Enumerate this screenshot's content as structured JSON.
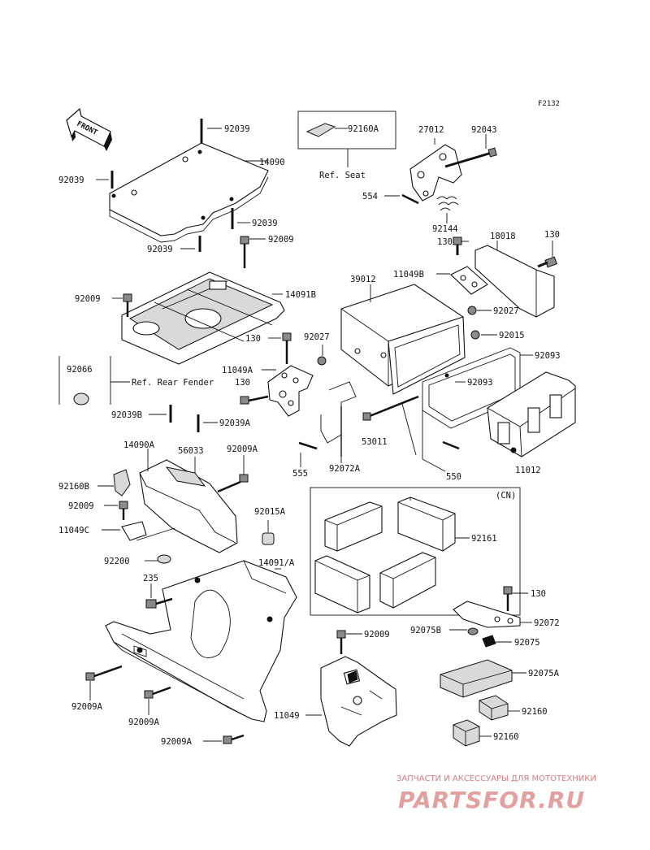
{
  "figure_code": "F2132",
  "front_label": "FRONT",
  "ref_labels": {
    "seat": "Ref. Seat",
    "rear_fender": "Ref. Rear Fender"
  },
  "cn_label": "(CN)",
  "watermark": {
    "tagline": "ЗАПЧАСТИ И АКСЕССУАРЫ ДЛЯ МОТОТЕХНИКИ",
    "brand": "PARTSFOR.RU"
  },
  "labels": [
    "92039",
    "14090",
    "92039",
    "92039",
    "92039",
    "92160A",
    "27012",
    "92043",
    "554",
    "92144",
    "130",
    "18018",
    "130",
    "92009",
    "92009",
    "14091B",
    "11049B",
    "39012",
    "92027",
    "130",
    "92027",
    "92015",
    "92093",
    "92066",
    "11049A",
    "130",
    "92093",
    "92039B",
    "92039A",
    "53011",
    "14090A",
    "56033",
    "92009A",
    "555",
    "92072A",
    "550",
    "11012",
    "92160B",
    "92009",
    "92161",
    "11049C",
    "92015A",
    "92200",
    "14091/A",
    "235",
    "130",
    "92009",
    "92075B",
    "92072",
    "92075",
    "92075A",
    "92009A",
    "11049",
    "92009A",
    "92160",
    "92160",
    "92009A"
  ]
}
